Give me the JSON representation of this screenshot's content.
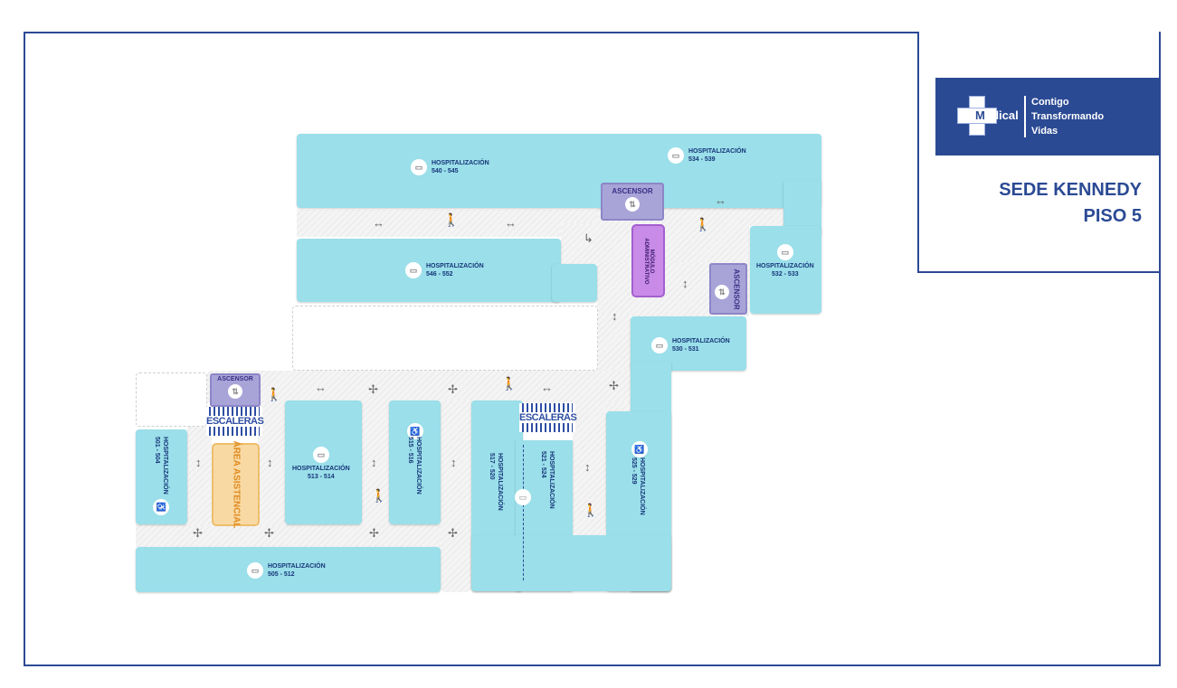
{
  "header": {
    "brand": "Medical",
    "brand_initial": "M",
    "brand_rest": "edical",
    "tagline": [
      "Contigo",
      "Transformando",
      "Vidas"
    ],
    "site": "SEDE KENNEDY",
    "floor": "PISO 5"
  },
  "rooms": [
    {
      "label": "HOSPITALIZACIÓN",
      "range": "540 - 545",
      "icon": "bed-icon"
    },
    {
      "label": "HOSPITALIZACIÓN",
      "range": "534 - 539",
      "icon": "bed-icon"
    },
    {
      "label": "HOSPITALIZACIÓN",
      "range": "546 - 552",
      "icon": "bed-icon"
    },
    {
      "label": "HOSPITALIZACIÓN",
      "range": "532 - 533",
      "icon": "bed-icon"
    },
    {
      "label": "HOSPITALIZACIÓN",
      "range": "530 - 531",
      "icon": "bed-icon"
    },
    {
      "label": "HOSPITALIZACIÓN",
      "range": "501 - 504",
      "icon": "walker-aid-icon"
    },
    {
      "label": "HOSPITALIZACIÓN",
      "range": "513 - 514",
      "icon": "bed-icon"
    },
    {
      "label": "HOSPITALIZACIÓN",
      "range": "515 - 516",
      "icon": "walker-aid-icon"
    },
    {
      "label": "HOSPITALIZACIÓN",
      "range": "517 - 520",
      "icon": "bed-icon"
    },
    {
      "label": "HOSPITALIZACIÓN",
      "range": "521 - 524",
      "icon": "bed-icon"
    },
    {
      "label": "HOSPITALIZACIÓN",
      "range": "525 - 529",
      "icon": "walker-aid-icon"
    },
    {
      "label": "HOSPITALIZACIÓN",
      "range": "505 - 512",
      "icon": "bed-icon"
    }
  ],
  "facilities": {
    "elevator": "ASCENSOR",
    "stairs": "ESCALERAS",
    "admin": "MÓDULO ADMINISTRATIVO",
    "care_area": "ÁREA ASISTENCIAL"
  },
  "colors": {
    "frame": "#2c4a94",
    "room": "#9adfe9",
    "elevator": "#a9a4d8",
    "admin": "#c98be8",
    "care_area": "#f8d9a3"
  }
}
